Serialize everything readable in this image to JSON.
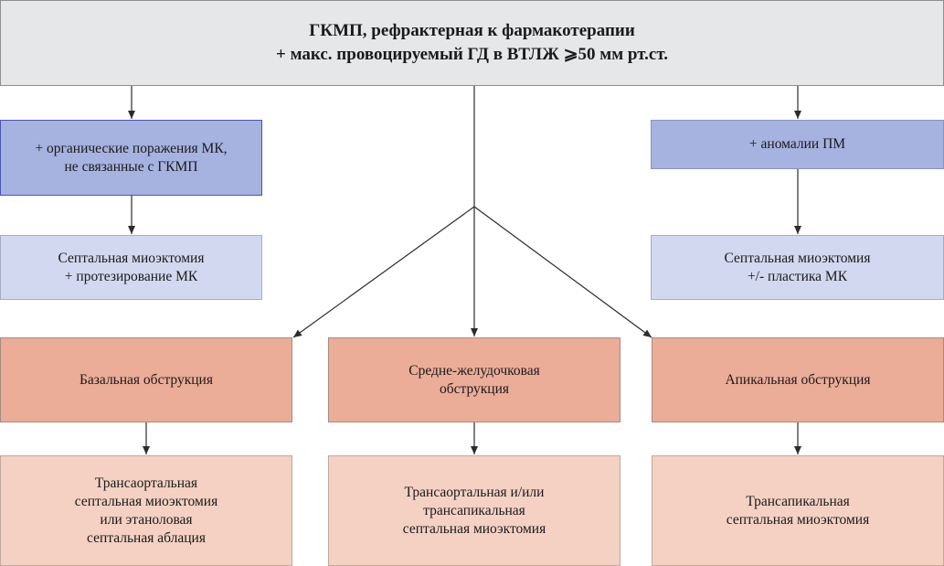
{
  "diagram": {
    "root": {
      "line1": "ГКМП, рефрактерная к фармакотерапии",
      "line2": "+ макс. провоцируемый ГД в ВТЛЖ ⩾50 мм рт.ст."
    },
    "left_condition": {
      "line1": "+ органические поражения МК,",
      "line2": "не связанные с ГКМП"
    },
    "left_treatment": {
      "line1": "Септальная миоэктомия",
      "line2": "+ протезирование МК"
    },
    "right_condition": {
      "line1": "+ аномалии ПМ"
    },
    "right_treatment": {
      "line1": "Септальная миоэктомия",
      "line2": "+/- пластика МК"
    },
    "obstructions": [
      {
        "type": {
          "line1": "Базальная обструкция"
        },
        "treatment": {
          "line1": "Трансаортальная",
          "line2": "септальная миоэктомия",
          "line3": "или этаноловая",
          "line4": "септальная аблация"
        }
      },
      {
        "type": {
          "line1": "Средне-желудочковая",
          "line2": "обструкция"
        },
        "treatment": {
          "line1": "Трансаортальная и/или",
          "line2": "трансапикальная",
          "line3": "септальная миоэктомия"
        }
      },
      {
        "type": {
          "line1": "Апикальная обструкция"
        },
        "treatment": {
          "line1": "Трансапикальная",
          "line2": "септальная миоэктомия"
        }
      }
    ],
    "colors": {
      "root_fill": "#e6e7e8",
      "condition_fill": "#a6b2e0",
      "treatment_blue_fill": "#d2d8ef",
      "obstruction_fill": "#ebad98",
      "obstruction_treatment_fill": "#f4d1c3",
      "connector": "#2b2b2b"
    }
  }
}
